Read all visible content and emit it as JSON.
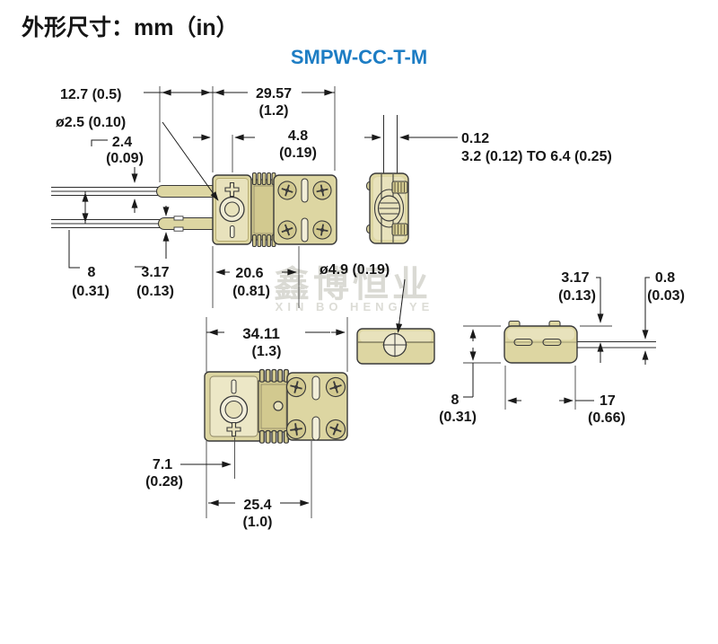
{
  "header": {
    "title": "外形尺寸：mm（in）",
    "model": "SMPW-CC-T-M",
    "model_color": "#1d7dc4"
  },
  "watermark": {
    "cn": "鑫博恒业",
    "en": "XIN BO HENG YE"
  },
  "colors": {
    "connector_body": "#ddd6a2",
    "connector_inner": "#e8e2bc",
    "connector_dark": "#d2c98f",
    "outline": "#3a3a3a",
    "dimension_text": "#161616",
    "watermark": "#dadad4"
  },
  "dims": {
    "pin_offset": "12.7 (0.5)",
    "overall_mm": "29.57",
    "overall_in": "(1.2)",
    "hole_small": "ø2.5 (0.10)",
    "pin_top_mm": "2.4",
    "pin_top_in": "(0.09)",
    "inset_mm": "4.8",
    "inset_in": "(0.19)",
    "wire_gap": "0.12",
    "wire_range": "3.2 (0.12) TO 6.4 (0.25)",
    "pin_span_mm": "8",
    "pin_span_in": "(0.31)",
    "pin_bot_mm": "3.17",
    "pin_bot_in": "(0.13)",
    "body_len_mm": "20.6",
    "body_len_in": "(0.81)",
    "hole_big": "ø4.9 (0.19)",
    "side_step_mm": "3.17",
    "side_step_in": "(0.13)",
    "blade_mm": "0.8",
    "blade_in": "(0.03)",
    "jack_len_mm": "34.11",
    "jack_len_in": "(1.3)",
    "side_h_mm": "8",
    "side_h_in": "(0.31)",
    "side_len_mm": "17",
    "side_len_in": "(0.66)",
    "center_mm": "7.1",
    "center_in": "(0.28)",
    "jack_w_mm": "25.4",
    "jack_w_in": "(1.0)"
  }
}
